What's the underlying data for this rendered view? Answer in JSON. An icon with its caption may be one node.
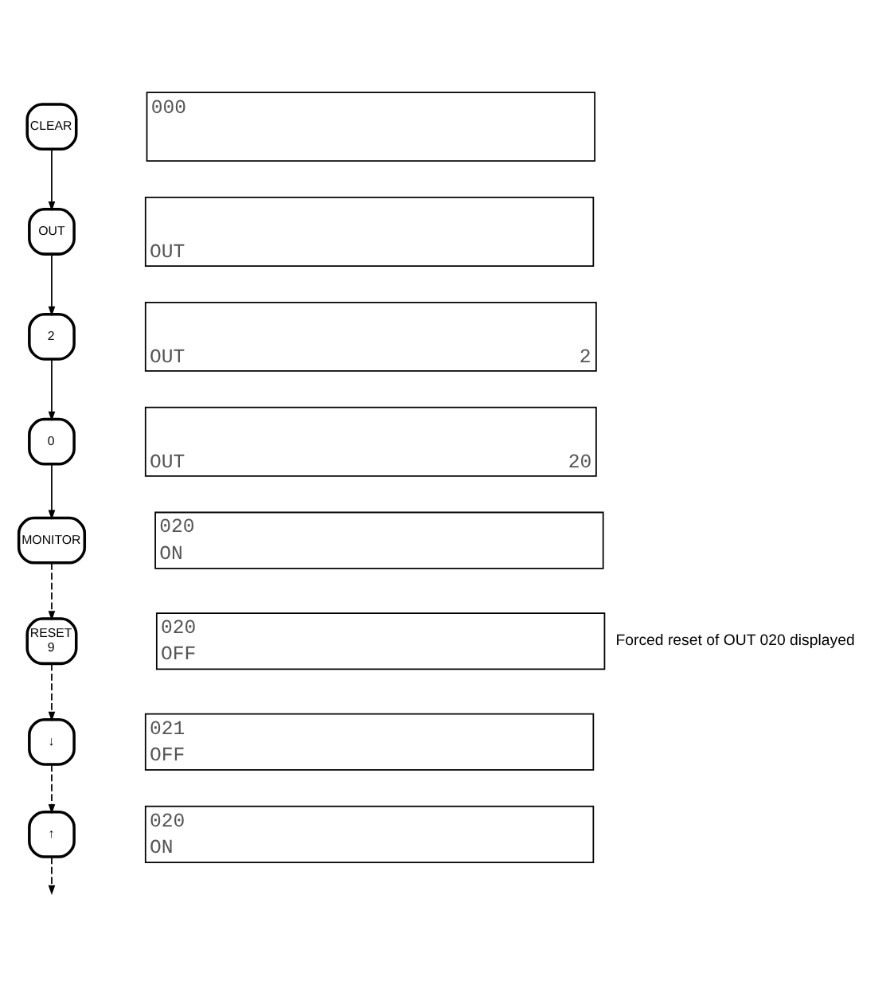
{
  "diagram": {
    "nodes": [
      {
        "text": [
          "CLEAR"
        ]
      },
      {
        "text": [
          "000"
        ]
      },
      {
        "text": [
          "OUT"
        ]
      },
      {
        "text": [
          "OUT"
        ]
      },
      {
        "text": [
          "2"
        ]
      },
      {
        "text": [
          "OUT",
          "2"
        ]
      },
      {
        "text": [
          "0"
        ]
      },
      {
        "text": [
          "OUT",
          "20"
        ]
      },
      {
        "text": [
          "MONITOR"
        ]
      },
      {
        "text": [
          "020",
          "ON"
        ]
      },
      {
        "text": [
          "RESET",
          "9"
        ]
      },
      {
        "text": [
          "020",
          "OFF"
        ],
        "beside": [
          "Forced reset of OUT 020 displayed"
        ]
      },
      {
        "text": [
          "↓"
        ]
      },
      {
        "text": [
          "021",
          "OFF"
        ]
      },
      {
        "text": [
          "↑"
        ]
      },
      {
        "text": [
          "020",
          "ON"
        ]
      }
    ],
    "edges": [
      {
        "from": 0,
        "to": 2,
        "arrow": "to"
      },
      {
        "from": 2,
        "to": 4,
        "arrow": "to"
      },
      {
        "from": 4,
        "to": 6,
        "arrow": "to"
      },
      {
        "from": 6,
        "to": 8,
        "arrow": "to"
      },
      {
        "from": 8,
        "to": 10,
        "arrow": "to",
        "style": "dashed"
      },
      {
        "from": 10,
        "to": 12,
        "arrow": "to",
        "style": "dashed"
      },
      {
        "from": 12,
        "to": 14,
        "arrow": "to",
        "style": "dashed"
      },
      {
        "from": 14,
        "to": null,
        "arrow": "to",
        "style": "dashed"
      }
    ]
  }
}
